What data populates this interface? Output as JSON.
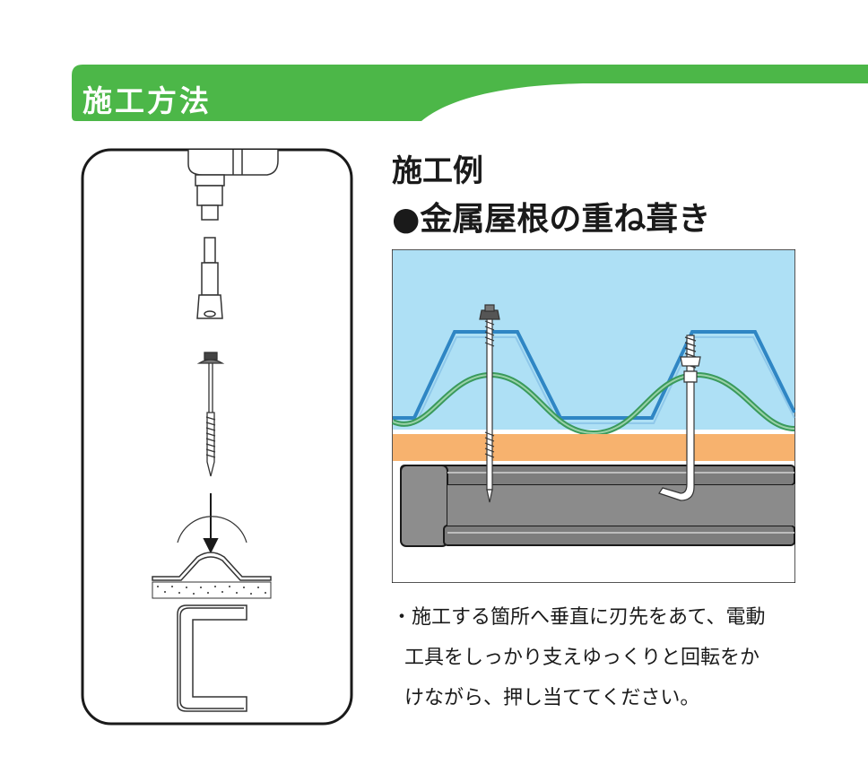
{
  "section": {
    "title": "施工方法"
  },
  "example": {
    "heading": "施工例",
    "subheading": "●金属屋根の重ね葺き"
  },
  "instructions": {
    "lines": [
      "・施工する箇所へ垂直に刃先をあて、電動",
      "工具をしっかり支えゆっくりと回転をか",
      "けながら、押し当ててください。"
    ]
  },
  "colors": {
    "banner_green": "#4cb748",
    "sky_blue": "#aee0f5",
    "roof_blue": "#2f86c4",
    "wave_green": "#3a9a5c",
    "insulation_orange": "#f7b26e",
    "purlin_gray": "#7d7d7d"
  }
}
